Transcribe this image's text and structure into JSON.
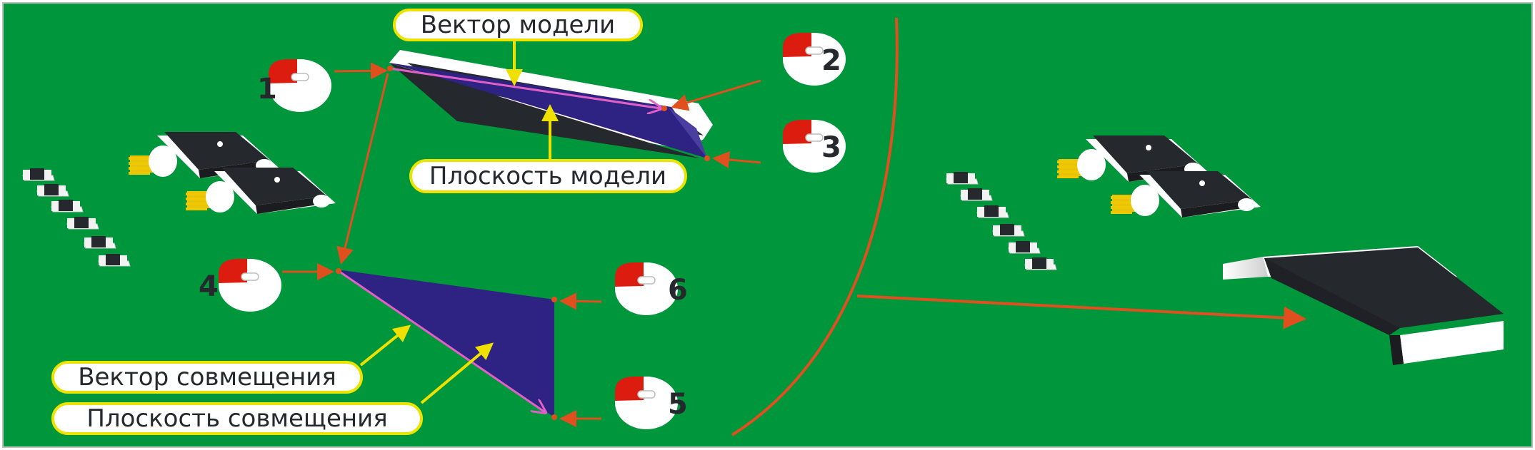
{
  "labels": {
    "model_vector": "Вектор модели",
    "model_plane": "Плоскость модели",
    "align_vector": "Вектор совмещения",
    "align_plane": "Плоскость совмещения"
  },
  "clicks": [
    "1",
    "2",
    "3",
    "4",
    "5",
    "6"
  ],
  "colors": {
    "board": "#00963c",
    "component": "#25282d",
    "pad": "#f2f2f2",
    "lead": "#f0c800",
    "plane": "#2e2282",
    "vector": "#e060c8",
    "arrow": "#e0501e",
    "callout_arrow": "#f0e000",
    "mouse_button": "#dd1c10",
    "label_border": "#ece400"
  },
  "icons": [
    "mouse-click-icon"
  ]
}
